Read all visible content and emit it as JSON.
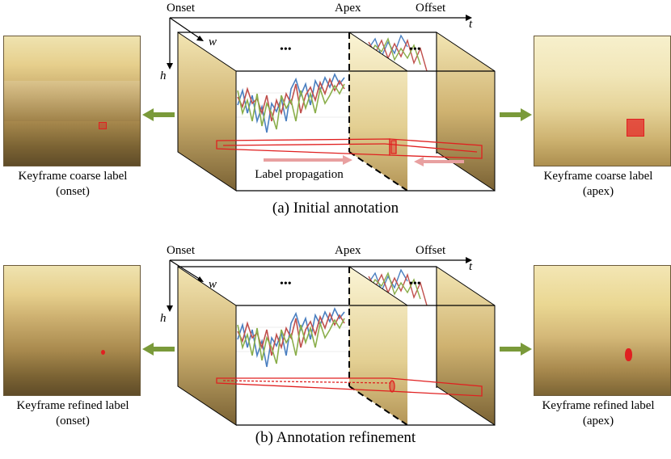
{
  "panel_a": {
    "title": "(a) Initial annotation",
    "left_caption": [
      "Keyframe coarse label",
      "(onset)"
    ],
    "right_caption": [
      "Keyframe coarse label",
      "(apex)"
    ],
    "timeline": {
      "onset": "Onset",
      "apex": "Apex",
      "offset": "Offset",
      "t_axis": "t",
      "w_axis": "w",
      "h_axis": "h",
      "ellipsis": "•••"
    },
    "propagation_label": "Label propagation"
  },
  "panel_b": {
    "title": "(b) Annotation refinement",
    "left_caption": [
      "Keyframe refined label",
      "(onset)"
    ],
    "right_caption": [
      "Keyframe refined label",
      "(apex)"
    ],
    "timeline": {
      "onset": "Onset",
      "apex": "Apex",
      "offset": "Offset",
      "t_axis": "t",
      "w_axis": "w",
      "h_axis": "h",
      "ellipsis": "•••"
    }
  },
  "colors": {
    "arrow_green": "#7a9a3a",
    "label_red": "#e02020",
    "propagation_pink": "#e8a0a0",
    "signal_blue": "#4a7fc0",
    "signal_red": "#c0504d",
    "signal_green": "#8aae4a"
  }
}
